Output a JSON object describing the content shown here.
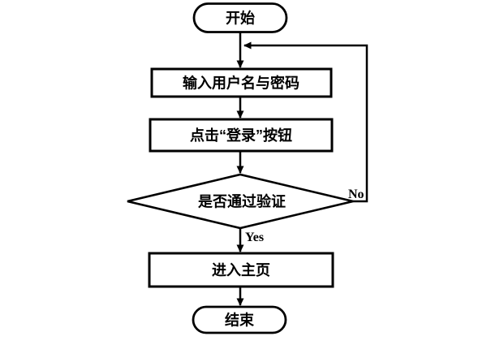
{
  "diagram": {
    "type": "flowchart",
    "colors": {
      "stroke": "#000000",
      "shape_fill": "#ffffff",
      "background": "#ffffff",
      "text": "#000000"
    },
    "nodes": [
      {
        "id": "start",
        "shape": "terminator",
        "label": "开始"
      },
      {
        "id": "input",
        "shape": "process",
        "label": "输入用户名与密码"
      },
      {
        "id": "click",
        "shape": "process",
        "label": "点击“登录”按钮"
      },
      {
        "id": "verify",
        "shape": "decision",
        "label": "是否通过验证"
      },
      {
        "id": "home",
        "shape": "process",
        "label": "进入主页"
      },
      {
        "id": "end",
        "shape": "terminator",
        "label": "结束"
      }
    ],
    "edges": [
      {
        "from": "start",
        "to": "input",
        "label": ""
      },
      {
        "from": "input",
        "to": "click",
        "label": ""
      },
      {
        "from": "click",
        "to": "verify",
        "label": ""
      },
      {
        "from": "verify",
        "to": "home",
        "label": "Yes"
      },
      {
        "from": "verify",
        "to": "input",
        "label": "No"
      },
      {
        "from": "home",
        "to": "end",
        "label": ""
      }
    ]
  }
}
